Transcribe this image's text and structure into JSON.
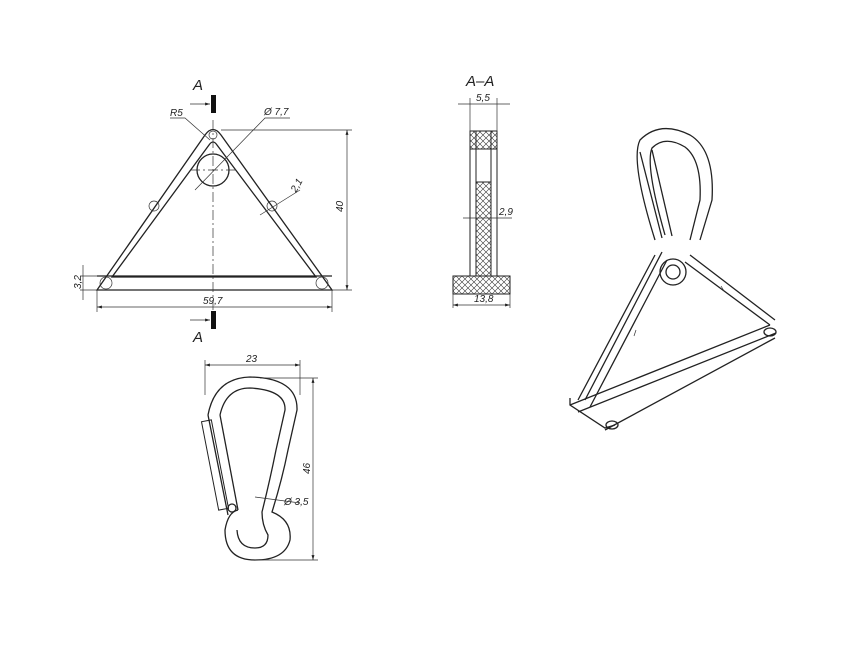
{
  "front_view": {
    "section_mark_top": "A",
    "section_mark_bottom": "A",
    "radius_label": "R5",
    "hole_diameter": "Ø 7,7",
    "wall_thickness": "2,1",
    "height": "40",
    "bar_thickness": "3,2",
    "width": "59,7"
  },
  "section_view": {
    "title": "A–A",
    "top_width": "5,5",
    "web_thickness": "2,9",
    "base_width": "13,8"
  },
  "carabiner_view": {
    "width": "23",
    "height": "46",
    "pin_diameter": "Ø 3,5"
  }
}
